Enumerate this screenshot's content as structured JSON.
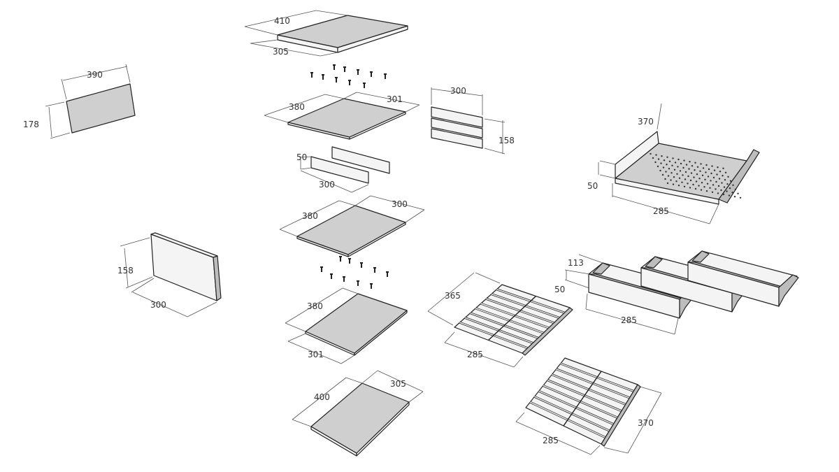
{
  "title": "Exploded parts diagram with dimensions",
  "parts": {
    "top_lid": {
      "width": "410",
      "depth": "305"
    },
    "upper_panel": {
      "width": "380",
      "depth": "301"
    },
    "slatted_side": {
      "width": "300",
      "height": "158"
    },
    "side_strips": {
      "height": "50",
      "length": "300"
    },
    "middle_panel": {
      "width": "380",
      "depth": "300"
    },
    "lower_panel": {
      "width": "380",
      "depth": "301"
    },
    "bottom_panel": {
      "width": "400",
      "depth": "305"
    },
    "left_panel": {
      "width": "390",
      "height": "178"
    },
    "back_panel": {
      "height": "158",
      "width": "300"
    },
    "perforated_tray": {
      "depth": "370",
      "height": "50",
      "width": "285"
    },
    "trays": {
      "depth": "113",
      "height": "50",
      "width": "285"
    },
    "grid_rack_a": {
      "depth": "365",
      "width": "285"
    },
    "grid_rack_b": {
      "width": "285",
      "depth": "370"
    }
  }
}
